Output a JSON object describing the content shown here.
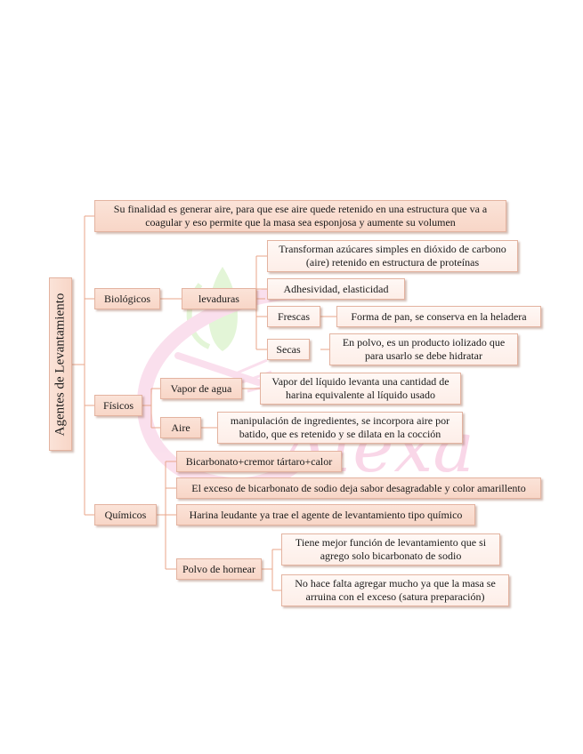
{
  "root": "Agentes de Levantamiento",
  "definition": "Su finalidad es generar aire, para que ese aire quede retenido en una estructura que va a coagular y eso permite que la masa sea esponjosa y aumente su volumen",
  "biologicos": {
    "label": "Biológicos",
    "levaduras": {
      "label": "levaduras",
      "item1": "Transforman azúcares simples en dióxido de carbono (aire) retenido en estructura de proteínas",
      "item2": "Adhesividad, elasticidad",
      "frescas": "Frescas",
      "frescas_desc": "Forma de pan, se conserva en la heladera",
      "secas": "Secas",
      "secas_desc": "En polvo, es un producto iolizado que para usarlo se debe hidratar"
    }
  },
  "fisicos": {
    "label": "Físicos",
    "vapor": "Vapor de agua",
    "vapor_desc": "Vapor del líquido levanta una cantidad de harina equivalente al líquido usado",
    "aire": "Aire",
    "aire_desc": "manipulación de ingredientes, se incorpora aire por batido, que es retenido y se dilata en la cocción"
  },
  "quimicos": {
    "label": "Químicos",
    "item1": "Bicarbonato+cremor tártaro+calor",
    "item2": "El exceso de bicarbonato de sodio deja sabor desagradable y color amarillento",
    "item3": "Harina leudante ya trae el agente de levantamiento tipo químico",
    "polvo": "Polvo de hornear",
    "polvo_desc1": "Tiene mejor función de levantamiento que si agrego solo bicarbonato de sodio",
    "polvo_desc2": "No hace falta agregar mucho ya que la masa se arruina con el exceso (satura preparación)"
  },
  "watermark": "Alexa",
  "colors": {
    "box_fill": "#f8d6c7",
    "box_border": "#e3b3a0",
    "line": "#e8a58a",
    "watermark_pink": "#f5b8d6",
    "watermark_green": "#b8e0a0"
  }
}
